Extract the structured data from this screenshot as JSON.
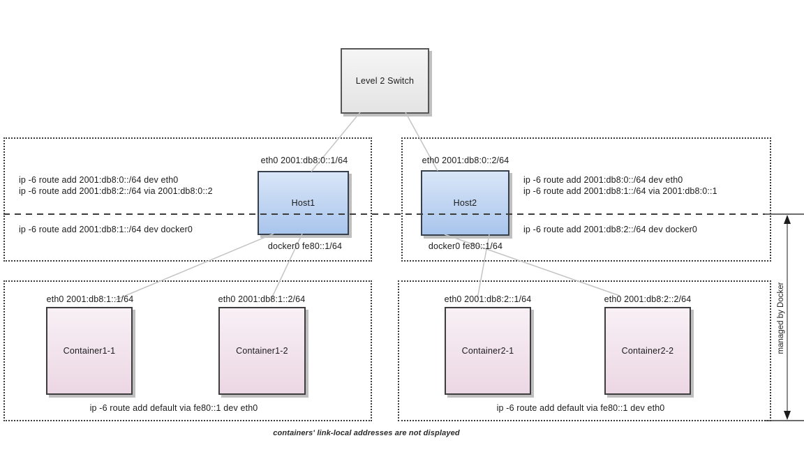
{
  "switch": {
    "label": "Level 2 Switch"
  },
  "hosts": [
    {
      "label": "Host1",
      "eth0": "eth0 2001:db8:0::1/64",
      "docker0": "docker0 fe80::1/64",
      "routes_above_line": [
        "ip -6 route add 2001:db8:0::/64 dev eth0",
        "ip -6 route add 2001:db8:2::/64 via 2001:db8:0::2"
      ],
      "route_below_line": "ip -6 route add 2001:db8:1::/64 dev docker0"
    },
    {
      "label": "Host2",
      "eth0": "eth0 2001:db8:0::2/64",
      "docker0": "docker0 fe80::1/64",
      "routes_above_line": [
        "ip -6 route add 2001:db8:0::/64 dev eth0",
        "ip -6 route add 2001:db8:1::/64 via 2001:db8:0::1"
      ],
      "route_below_line": "ip -6 route add 2001:db8:2::/64 dev docker0"
    }
  ],
  "containers": [
    {
      "label": "Container1-1",
      "eth0": "eth0 2001:db8:1::1/64"
    },
    {
      "label": "Container1-2",
      "eth0": "eth0 2001:db8:1::2/64"
    },
    {
      "label": "Container2-1",
      "eth0": "eth0 2001:db8:2::1/64"
    },
    {
      "label": "Container2-2",
      "eth0": "eth0 2001:db8:2::2/64"
    }
  ],
  "container_groups": [
    {
      "default_route": "ip -6 route add default via fe80::1 dev eth0"
    },
    {
      "default_route": "ip -6 route add default via fe80::1 dev eth0"
    }
  ],
  "managed_by_label": "managed by Docker",
  "caption": "containers' link-local addresses are not displayed",
  "colors": {
    "host_fill_top": "#d9e6f8",
    "host_fill_bottom": "#a9c5ec",
    "container_fill_top": "#f8f0f5",
    "container_fill_bottom": "#ecd7e4",
    "switch_fill_top": "#f5f5f5",
    "switch_fill_bottom": "#e4e4e4",
    "node_border": "#404040",
    "connector": "#c4c4c4",
    "text": "#1b1b1b"
  }
}
